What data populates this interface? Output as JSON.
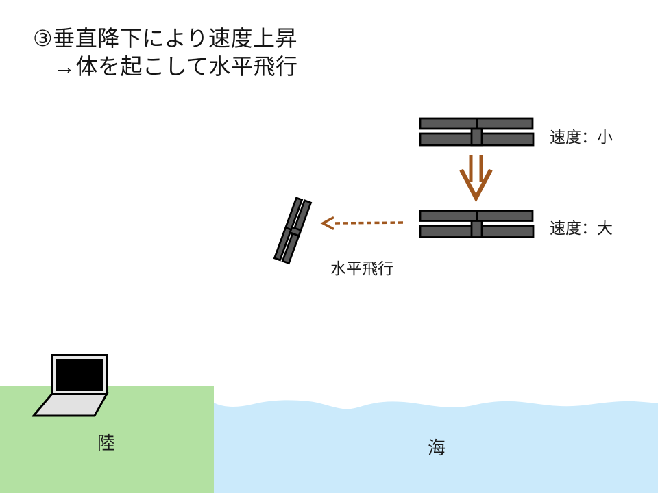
{
  "slide": {
    "title_line1": "③垂直降下により速度上昇",
    "title_line2": "→体を起こして水平飛行"
  },
  "annotations": {
    "speed_small": "速度：小",
    "speed_large": "速度：大",
    "horizontal_flight": "水平飛行"
  },
  "regions": {
    "land": "陸",
    "sea": "海"
  },
  "icons": {
    "glider_top": "glider-top-view-icon",
    "glider_bottom": "glider-top-view-icon",
    "glider_tilted": "glider-tilted-icon",
    "descent_arrow": "double-down-arrow-icon",
    "flight_arrow": "dashed-left-arrow-icon",
    "laptop": "laptop-icon"
  },
  "colors": {
    "glider_fill": "#595959",
    "glider_stroke": "#000000",
    "arrow_brown": "#A0571E",
    "land_green": "#B3E1A2",
    "sea_blue": "#CBEAFB",
    "laptop_gray": "#E2E2E2",
    "laptop_frame": "#E8E8E8",
    "screen_black": "#000000",
    "background": "#FFFFFF",
    "text": "#141414"
  }
}
